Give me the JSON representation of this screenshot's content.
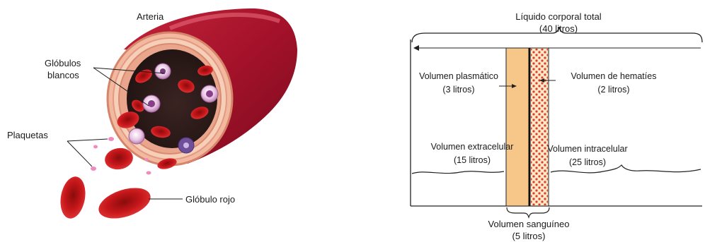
{
  "artery_panel": {
    "labels": {
      "artery": "Arteria",
      "white_cells_line1": "Glóbulos",
      "white_cells_line2": "blancos",
      "platelets": "Plaquetas",
      "red_cell": "Glóbulo rojo"
    }
  },
  "fluid_panel": {
    "total": {
      "line1": "Líquido corporal total",
      "line2": "(40 litros)"
    },
    "plasma": {
      "line1": "Volumen plasmático",
      "line2": "(3 litros)"
    },
    "hematocrit": {
      "line1": "Volumen de hematíes",
      "line2": "(2 litros)"
    },
    "extracellular": {
      "line1": "Volumen extracelular",
      "line2": "(15 litros)"
    },
    "intracellular": {
      "line1": "Volumen intracelular",
      "line2": "(25 litros)"
    },
    "blood": {
      "line1": "Volumen sanguíneo",
      "line2": "(5 litros)"
    },
    "colors": {
      "plasma_fill": "#f6c789",
      "rbc_fill": "#fde9c8",
      "rbc_dots": "#e23b2a",
      "line": "#222222"
    }
  }
}
